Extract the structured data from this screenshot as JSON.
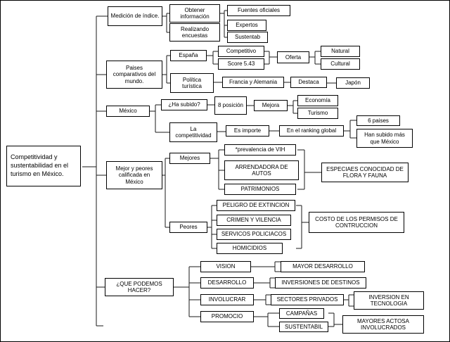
{
  "map": {
    "root": "Competitividad y sustentabilidad en el turismo en México.",
    "medicion": {
      "label": "Medición de índice.",
      "obtener": "Obtener información",
      "realizando": "Realizando encuestas",
      "fuentes": "Fuentes oficiales",
      "expertos": "Expertos",
      "sustentab": "Sustentab"
    },
    "paises": {
      "label": "Paises comparativos del mundo.",
      "espana": "España",
      "competitivo": "Competitivo",
      "score": "Score 5.43",
      "oferta": "Oferta",
      "natural": "Natural",
      "cultural": "Cultural",
      "politica": "Política turística",
      "francia": "Francia y Alemania",
      "destaca": "Destaca",
      "japon": "Japón"
    },
    "mexico": {
      "label": "México",
      "ha_subido": "¿Ha subido?",
      "posicion": "8 posición",
      "mejora": "Mejora",
      "economia": "Economía",
      "turismo": "Turismo",
      "competitividad": "La competitividad",
      "es_importe": "Es importe",
      "ranking": "En el ranking global",
      "seis_paises": "6 paises",
      "han_subido": "Han subido más que México"
    },
    "calificada": {
      "label": "Mejor y peores calificada en México",
      "mejores": "Mejores",
      "vih": "*prevalencia de VIH",
      "arrendadora": "ARRENDADORA DE AUTOS",
      "patrimonios": "PATRIMONIOS",
      "especies": "ESPECIAES CONOCIDAD DE FLORA Y FAUNA",
      "peores": "Peores",
      "peligro": "PELIGRO DE EXTINCION",
      "crimen": "CRIMEN Y VILENCIA",
      "servicos": "SERVICOS POLICIACOS",
      "homicidios": "HOMICIDIOS",
      "costo": "COSTO DE LOS PERMISOS DE CONTRUCCION"
    },
    "hacer": {
      "label": "¿QUE PODEMOS HACER?",
      "vision": "VISION",
      "mayor_desarrollo": "MAYOR DESARROLLO",
      "desarrollo": "DESARROLLO",
      "inversiones": "INVERSIONES DE DESTINOS",
      "involucrar": "INVOLUCRAR",
      "sectores": "SECTORES PRIVADOS",
      "inversion_tec": "INVERSION EN TECNOLOGIA",
      "promocio": "PROMOCIO",
      "campanas": "CAMPAÑAS",
      "sustentabil": "SUSTENTABIL",
      "mayores": "MAYORES ACTOSA INVOLUCRADOS"
    }
  }
}
